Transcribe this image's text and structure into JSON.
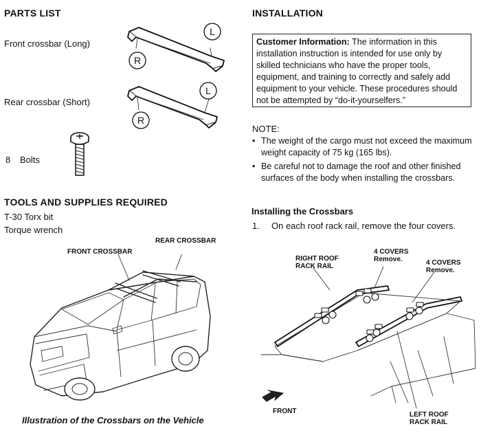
{
  "parts": {
    "heading": "PARTS LIST",
    "front_crossbar": "Front crossbar (Long)",
    "rear_crossbar": "Rear crossbar (Short)",
    "bolts_qty": "8",
    "bolts": "Bolts",
    "side_left": "L",
    "side_right": "R"
  },
  "tools": {
    "heading": "TOOLS AND SUPPLIES REQUIRED",
    "items": [
      "T-30 Torx bit",
      "Torque wrench"
    ]
  },
  "vehicle_illustration": {
    "front_crossbar_label": "FRONT CROSSBAR",
    "rear_crossbar_label": "REAR CROSSBAR",
    "caption": "Illustration of the Crossbars on the Vehicle"
  },
  "installation": {
    "heading": "INSTALLATION",
    "customer_info_label": "Customer Information:",
    "customer_info_text": " The information in this installation instruction is intended for use only by skilled technicians who have the proper tools, equipment, and training to correctly and safely add equipment to your vehicle. These procedures should not be attempted by “do-it-yourselfers.”",
    "note_label": "NOTE:",
    "notes": [
      "The weight of the cargo must not exceed the maximum weight capacity of 75 kg (165 lbs).",
      "Be careful not to damage the roof and other finished surfaces of the body when installing the crossbars."
    ],
    "subheading": "Installing the Crossbars",
    "step_number": "1.",
    "step_text": "On each roof rack rail, remove the four covers."
  },
  "roof_illustration": {
    "right_rail_line1": "RIGHT ROOF",
    "right_rail_line2": "RACK RAIL",
    "covers_a_line1": "4 COVERS",
    "covers_a_line2": "Remove.",
    "covers_b_line1": "4 COVERS",
    "covers_b_line2": "Remove.",
    "left_rail_line1": "LEFT ROOF",
    "left_rail_line2": "RACK RAIL",
    "front": "FRONT"
  }
}
